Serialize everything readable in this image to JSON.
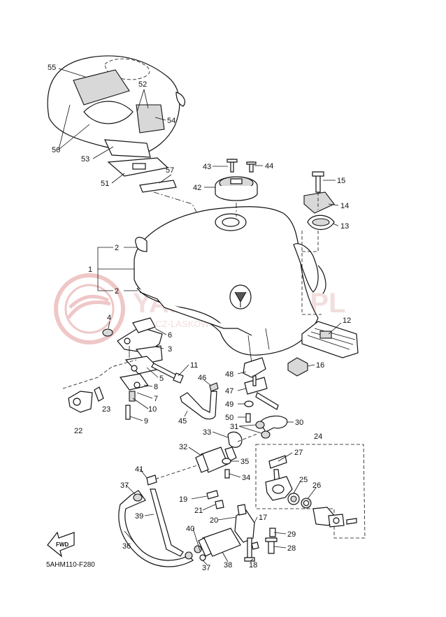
{
  "diagram": {
    "code": "5AHM110-F280",
    "fwd_label": "FWD",
    "watermark": {
      "brand": "YAMASKLEP.PL",
      "subtitle": "JELCZ-LASKOWICE DEALER YAMAHA",
      "color": "#e8b8b8"
    },
    "callouts": [
      "1",
      "2",
      "2",
      "3",
      "4",
      "5",
      "6",
      "7",
      "8",
      "9",
      "10",
      "11",
      "12",
      "13",
      "14",
      "15",
      "16",
      "17",
      "18",
      "19",
      "20",
      "21",
      "22",
      "23",
      "24",
      "25",
      "26",
      "27",
      "28",
      "29",
      "30",
      "31",
      "32",
      "33",
      "34",
      "35",
      "36",
      "37",
      "37",
      "38",
      "39",
      "40",
      "41",
      "42",
      "43",
      "44",
      "45",
      "46",
      "47",
      "48",
      "49",
      "50",
      "51",
      "52",
      "53",
      "54",
      "55",
      "56",
      "57"
    ]
  }
}
